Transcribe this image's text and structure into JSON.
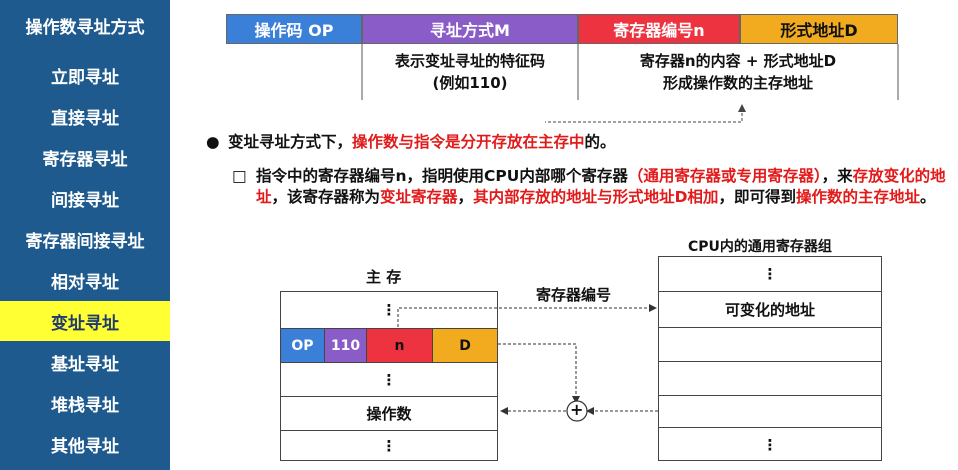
{
  "sidebar": {
    "title": "操作数寻址方式",
    "items": [
      {
        "label": "立即寻址"
      },
      {
        "label": "直接寻址"
      },
      {
        "label": "寄存器寻址"
      },
      {
        "label": "间接寻址"
      },
      {
        "label": "寄存器间接寻址"
      },
      {
        "label": "相对寻址"
      },
      {
        "label": "变址寻址"
      },
      {
        "label": "基址寻址"
      },
      {
        "label": "堆栈寻址"
      },
      {
        "label": "其他寻址"
      }
    ],
    "active_index": 6
  },
  "format": {
    "op": "操作码 OP",
    "mode": "寻址方式M",
    "reg": "寄存器编号n",
    "addr": "形式地址D",
    "mode_desc_1": "表示变址寻址的特征码",
    "mode_desc_2": "(例如110)",
    "addr_desc_1": "寄存器n的内容 + 形式地址D",
    "addr_desc_2": "形成操作数的主存地址"
  },
  "bullets": {
    "b1_prefix": "变址寻址方式下，",
    "b1_red": "操作数与指令是分开存放在主存中",
    "b1_suffix": "的。",
    "b2_t1": "指令中的寄存器编号n，指明使用CPU内部哪个寄存器",
    "b2_r1": "（通用寄存器或专用寄存器）",
    "b2_t2": "，来",
    "b2_r2": "存放变化的地址",
    "b2_t3": "，该寄存器称为",
    "b2_r3": "变址寄存器",
    "b2_t4": "，",
    "b2_r4": "其内部存放的地址与形式地址D相加",
    "b2_t5": "，即可得到",
    "b2_r5": "操作数的主存地址",
    "b2_t6": "。"
  },
  "diagram": {
    "memory_title": "主 存",
    "reg_group_title": "CPU内的通用寄存器组",
    "reg_number_label": "寄存器编号",
    "ellipsis": "⋮",
    "instr_op": "OP",
    "instr_mode": "110",
    "instr_reg": "n",
    "instr_d": "D",
    "operand": "操作数",
    "variable_addr": "可变化的地址",
    "adder": "+"
  },
  "colors": {
    "sidebar_bg": "#1e5a8e",
    "active_bg": "#ffff33",
    "op_blue": "#3a7fd8",
    "mode_purple": "#8a5cc8",
    "reg_red": "#ee3340",
    "addr_orange": "#f2aa1e",
    "highlight_red": "#e21a1a"
  }
}
